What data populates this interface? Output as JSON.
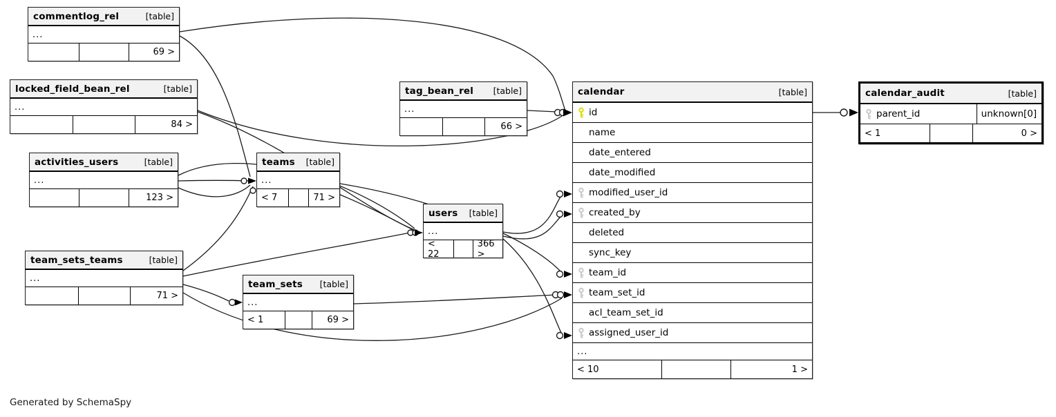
{
  "diagram": {
    "footer_note": "Generated by SchemaSpy",
    "colors": {
      "header_bg": "#f2f2f2",
      "border": "#1a1a1a",
      "primary_key": "#dcdc00",
      "foreign_key": "#c9c9c9",
      "line": "#1a1a1a"
    }
  },
  "tables": {
    "commentlog_rel": {
      "name": "commentlog_rel",
      "type_label": "[table]",
      "ellipsis": "...",
      "footer": [
        "",
        "",
        "69 >"
      ]
    },
    "locked_field_bean_rel": {
      "name": "locked_field_bean_rel",
      "type_label": "[table]",
      "ellipsis": "...",
      "footer": [
        "",
        "",
        "84 >"
      ]
    },
    "activities_users": {
      "name": "activities_users",
      "type_label": "[table]",
      "ellipsis": "...",
      "footer": [
        "",
        "",
        "123 >"
      ]
    },
    "team_sets_teams": {
      "name": "team_sets_teams",
      "type_label": "[table]",
      "ellipsis": "...",
      "footer": [
        "",
        "",
        "71 >"
      ]
    },
    "teams": {
      "name": "teams",
      "type_label": "[table]",
      "ellipsis": "...",
      "footer": [
        "< 7",
        "",
        "71 >"
      ]
    },
    "tag_bean_rel": {
      "name": "tag_bean_rel",
      "type_label": "[table]",
      "ellipsis": "...",
      "footer": [
        "",
        "",
        "66 >"
      ]
    },
    "users": {
      "name": "users",
      "type_label": "[table]",
      "ellipsis": "...",
      "footer": [
        "< 22",
        "",
        "366 >"
      ]
    },
    "team_sets": {
      "name": "team_sets",
      "type_label": "[table]",
      "ellipsis": "...",
      "footer": [
        "< 1",
        "",
        "69 >"
      ]
    },
    "calendar": {
      "name": "calendar",
      "type_label": "[table]",
      "columns": [
        {
          "name": "id",
          "key": "PK"
        },
        {
          "name": "name",
          "key": ""
        },
        {
          "name": "date_entered",
          "key": ""
        },
        {
          "name": "date_modified",
          "key": ""
        },
        {
          "name": "modified_user_id",
          "key": "FK"
        },
        {
          "name": "created_by",
          "key": "FK"
        },
        {
          "name": "deleted",
          "key": ""
        },
        {
          "name": "sync_key",
          "key": ""
        },
        {
          "name": "team_id",
          "key": "FK"
        },
        {
          "name": "team_set_id",
          "key": "FK"
        },
        {
          "name": "acl_team_set_id",
          "key": ""
        },
        {
          "name": "assigned_user_id",
          "key": "FK"
        }
      ],
      "ellipsis": "...",
      "footer": [
        "< 10",
        "",
        "1 >"
      ]
    },
    "calendar_audit": {
      "name": "calendar_audit",
      "type_label": "[table]",
      "columns": [
        {
          "name": "parent_id",
          "key": "FK",
          "extra": "unknown[0]"
        }
      ],
      "footer": [
        "< 1",
        "",
        "0 >"
      ]
    }
  }
}
